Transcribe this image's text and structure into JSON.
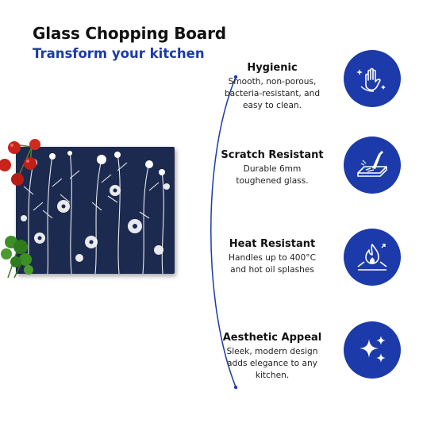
{
  "header": {
    "title": "Glass Chopping Board",
    "subtitle": "Transform your kitchen"
  },
  "colors": {
    "accent": "#1c3aa9",
    "board": "#1d2a4f",
    "text": "#111111"
  },
  "features": [
    {
      "title": "Hygienic",
      "description": "Smooth, non-porous,\nbacteria-resistant, and\neasy to clean.",
      "icon": "hand-wipe-sparkle-icon"
    },
    {
      "title": "Scratch Resistant",
      "description": "Durable 6mm\ntoughened glass.",
      "icon": "knife-scratch-icon"
    },
    {
      "title": "Heat Resistant",
      "description": "Handles up to 400°C\nand hot oil splashes",
      "icon": "flame-icon"
    },
    {
      "title": "Aesthetic Appeal",
      "description": "Sleek, modern design\nadds elegance to any\nkitchen.",
      "icon": "sparkles-icon"
    }
  ]
}
